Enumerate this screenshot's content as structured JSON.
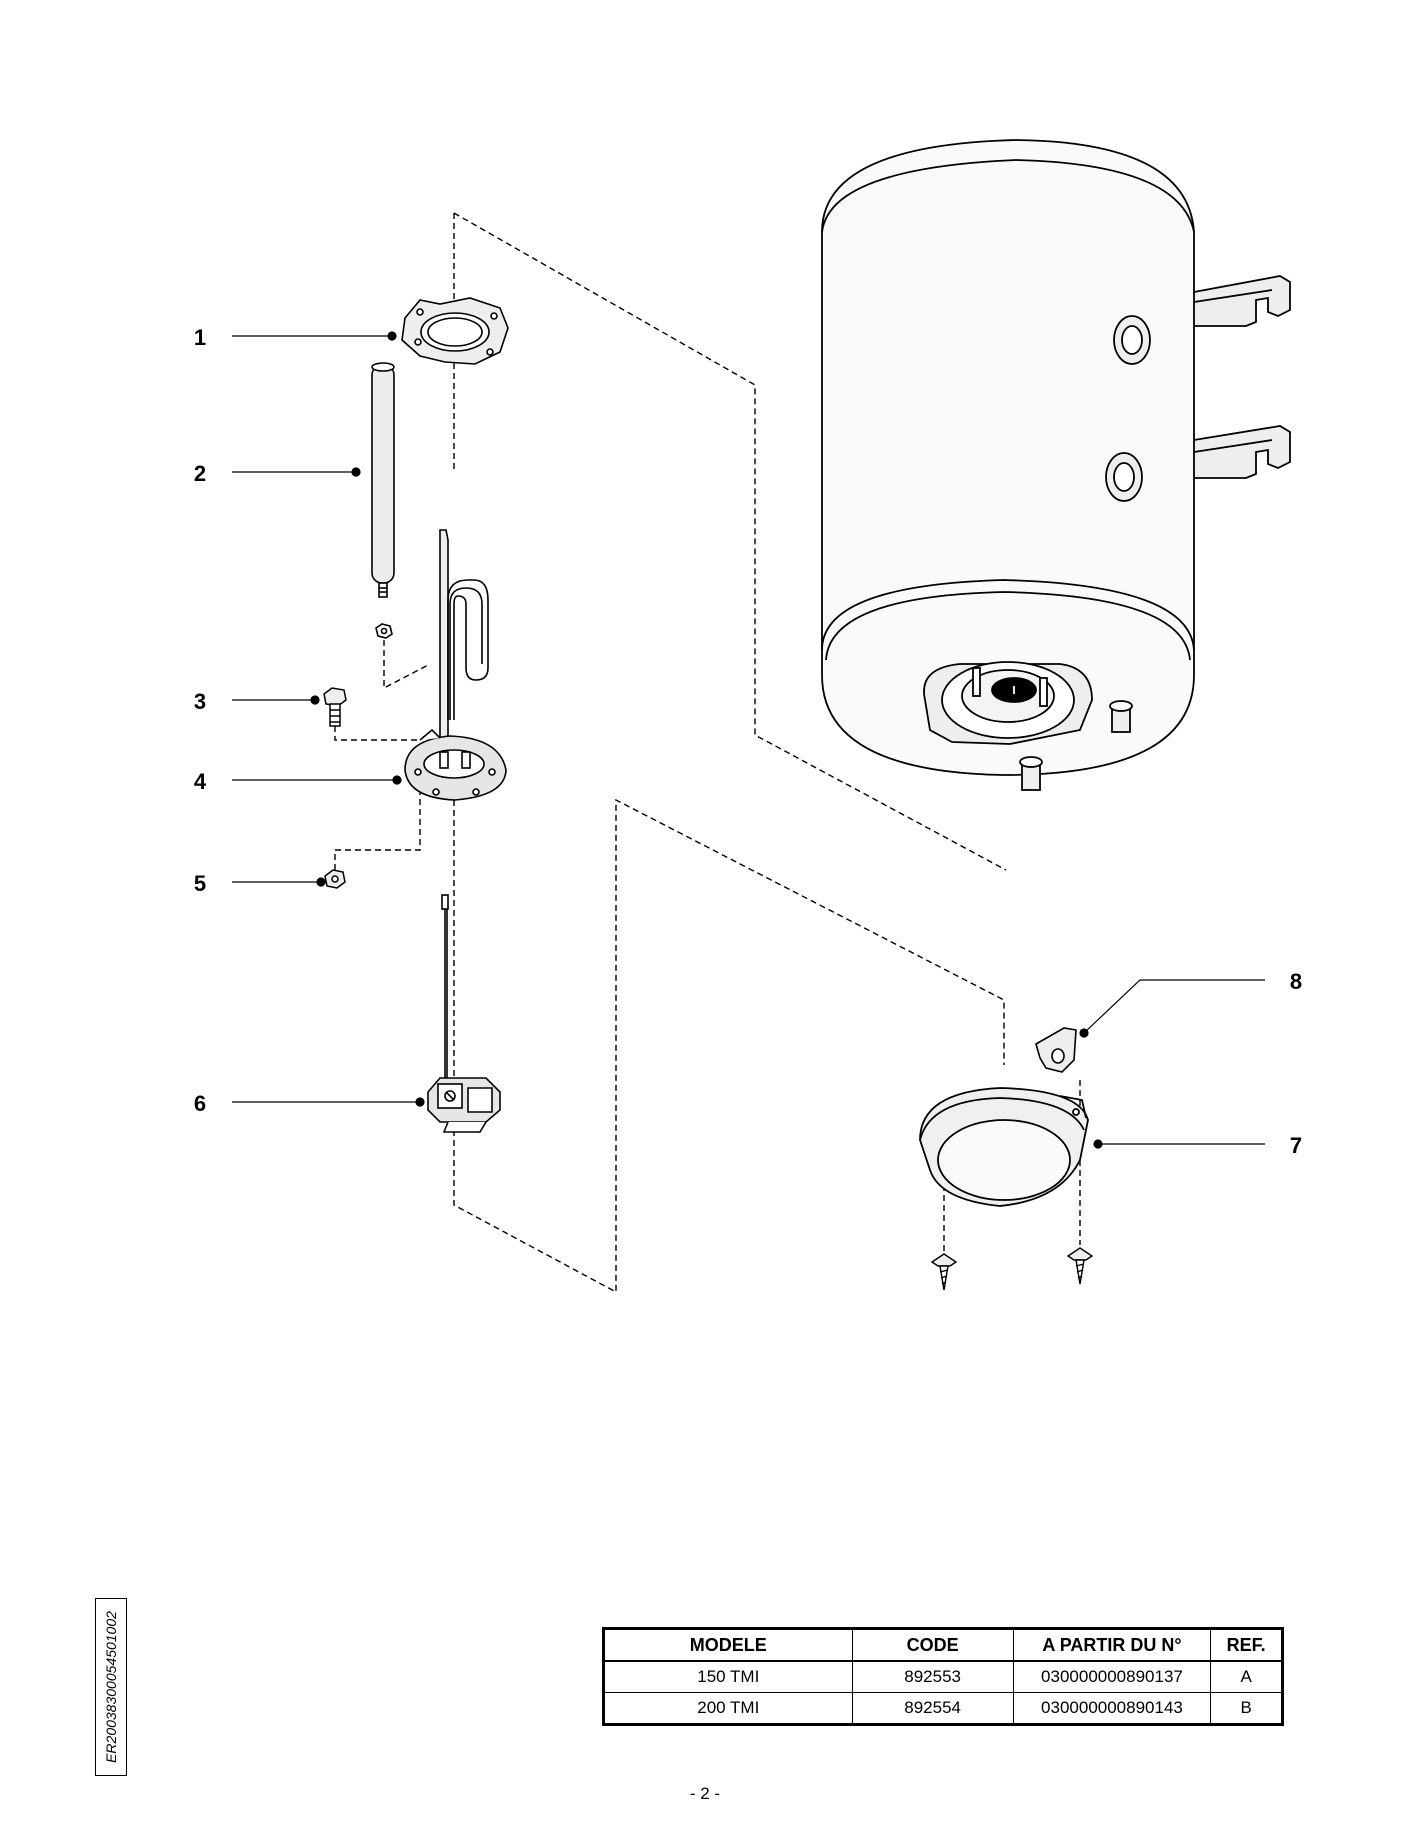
{
  "callouts": [
    "1",
    "2",
    "3",
    "4",
    "5",
    "6",
    "7",
    "8"
  ],
  "side_code": "ER20038300054501002",
  "table": {
    "headers": [
      "MODELE",
      "CODE",
      "A PARTIR DU N°",
      "REF."
    ],
    "rows": [
      [
        "150 TMI",
        "892553",
        "030000000890137",
        "A"
      ],
      [
        "200 TMI",
        "892554",
        "030000000890143",
        "B"
      ]
    ]
  },
  "page_number": "- 2 -"
}
